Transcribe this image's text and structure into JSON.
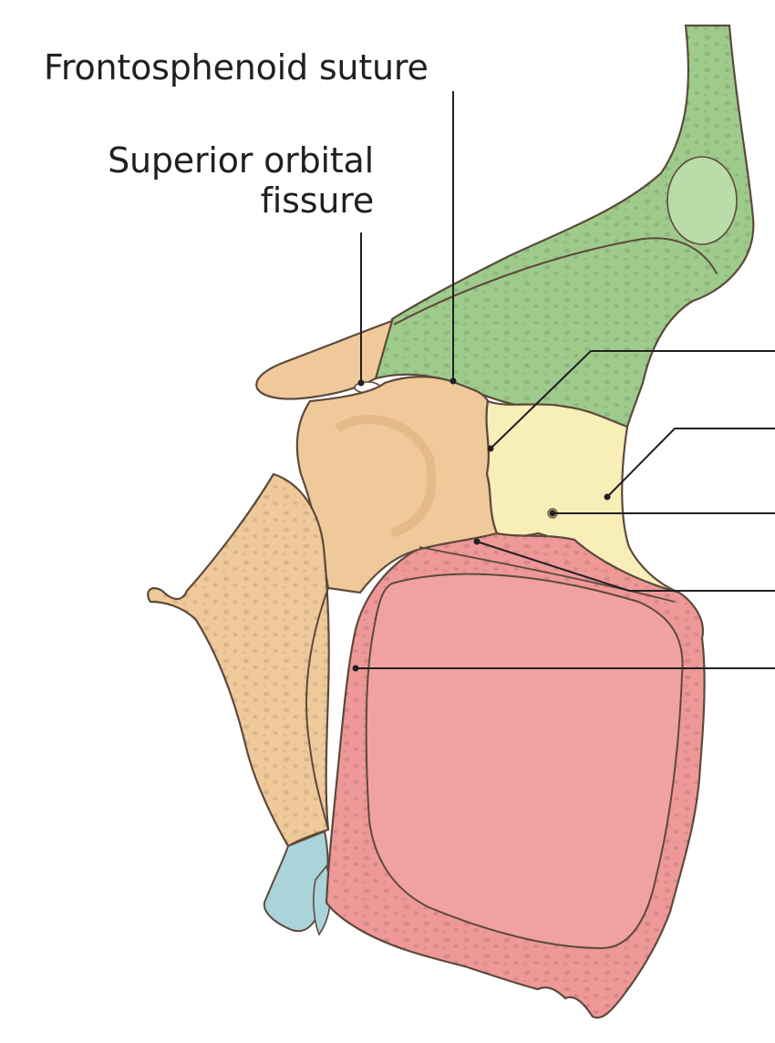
{
  "labels": {
    "frontosphenoid_suture": "Frontosphenoid suture",
    "superior_orbital_fissure_line1": "Superior orbital",
    "superior_orbital_fissure_line2": "fissure"
  },
  "colors": {
    "frontal_bone": "#9ecb8c",
    "sphenoid_bone": "#f0c99a",
    "zygomatic_bone": "#f8eeb8",
    "maxilla": "#ee9898",
    "palatine_bone": "#a9d4da",
    "outline": "#6b4a3a",
    "leader_line": "#231f20"
  }
}
